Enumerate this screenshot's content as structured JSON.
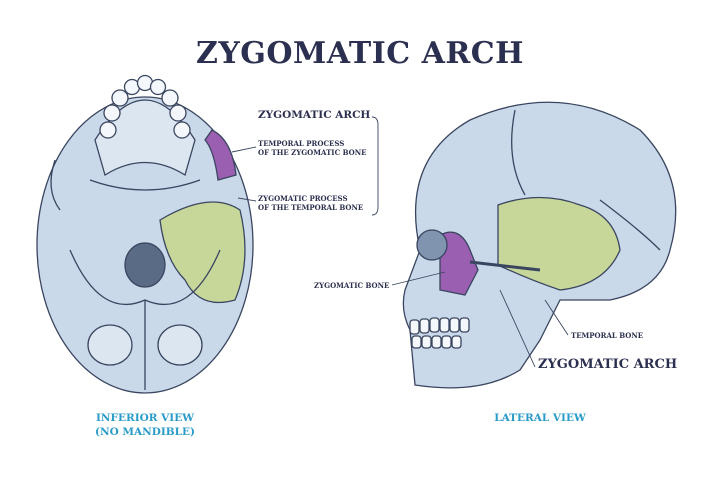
{
  "title": "ZYGOMATIC ARCH",
  "inferior_labels": {
    "group": "ZYGOMATIC ARCH",
    "temporal_process": [
      "TEMPORAL PROCESS",
      "OF THE ZYGOMATIC BONE"
    ],
    "zygomatic_process": [
      "ZYGOMATIC PROCESS",
      "OF THE TEMPORAL BONE"
    ]
  },
  "lateral_labels": {
    "zygomatic_bone": "ZYGOMATIC BONE",
    "temporal_bone": "TEMPORAL BONE",
    "zygomatic_arch": "ZYGOMATIC ARCH"
  },
  "views": {
    "inferior": [
      "INFERIOR VIEW",
      "(NO MANDIBLE)"
    ],
    "lateral": "LATERAL VIEW"
  },
  "colors": {
    "bone": "#c9d9ea",
    "outline": "#3a4560",
    "zygomatic": "#9a5fb0",
    "temporal": "#c7d79a",
    "accent": "#2a9bc8"
  }
}
